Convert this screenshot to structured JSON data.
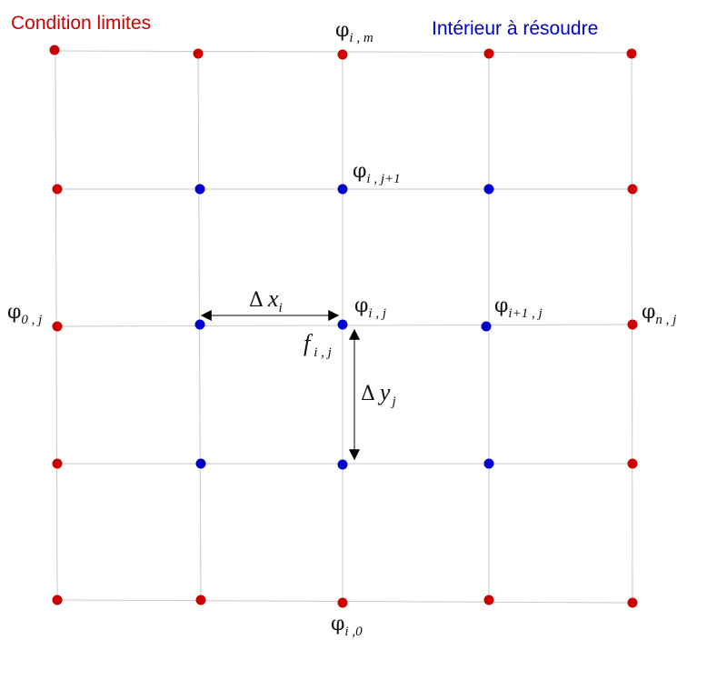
{
  "colors": {
    "boundary": "#cc0000",
    "interior": "#0000cc",
    "grid": "#c8c8c8",
    "arrow": "#000000"
  },
  "legend": {
    "boundary_label": "Condition limites",
    "interior_label": "Intérieur à résoudre"
  },
  "labels": {
    "phi": "φ",
    "delta": "Δ",
    "top_sub": "i , m",
    "upper_sub": "i , j+1",
    "center_sub": "i , j",
    "right_sub": "i+1 , j",
    "left_sub": "0 , j",
    "far_right_sub": "n , j",
    "bottom_sub": "i ,0",
    "f_var": "f",
    "f_sub": "i , j",
    "dx_var": "x",
    "dx_sub": "i",
    "dy_var": "y",
    "dy_sub": "j"
  }
}
